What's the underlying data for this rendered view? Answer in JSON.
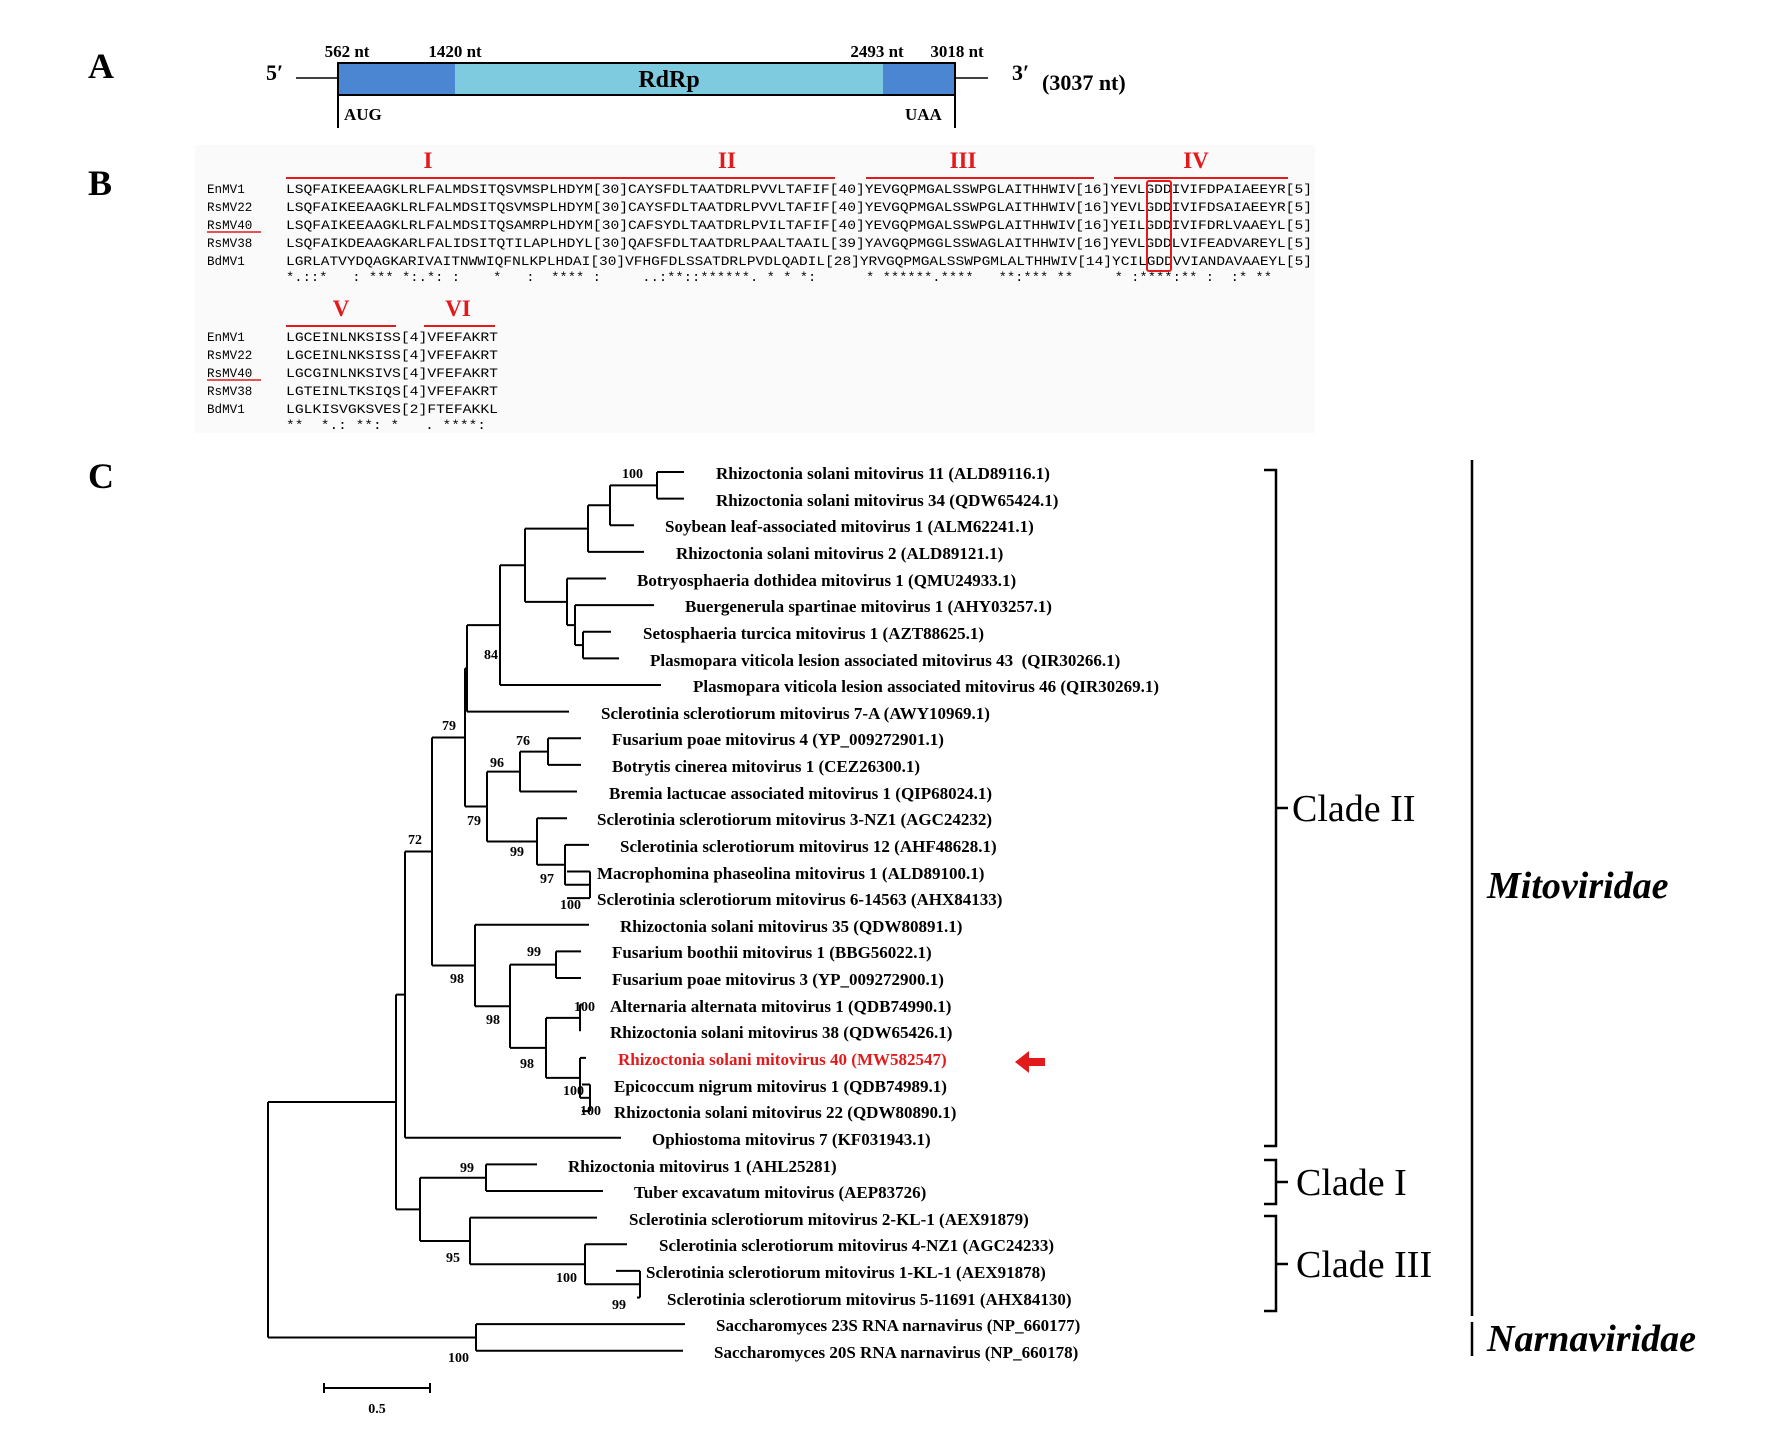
{
  "panels": {
    "A": "A",
    "B": "B",
    "C": "C"
  },
  "genome": {
    "five_prime": "5′",
    "three_prime": "3′",
    "length": "(3037 nt)",
    "positions": [
      "562 nt",
      "1420 nt",
      "2493 nt",
      "3018 nt"
    ],
    "domain": "RdRp",
    "start_codon": "AUG",
    "stop_codon": "UAA",
    "colors": {
      "orf": "#4a86d1",
      "rdrp": "#7ecbe0",
      "outline": "#000000"
    }
  },
  "alignment": {
    "motifs_row1": [
      "I",
      "II",
      "III",
      "IV"
    ],
    "motifs_row2": [
      "V",
      "VI"
    ],
    "row1": [
      {
        "name": "EnMV1",
        "seq": "LSQFAIKEEAAGKLRLFALMDSITQSVMSPLHDYM[30]CAYSFDLTAATDRLPVVLTAFIF[40]YEVGQPMGALSSWPGLAITHHWIV[16]YEVLGDDIVIFDPAIAEEYR[5]"
      },
      {
        "name": "RsMV22",
        "seq": "LSQFAIKEEAAGKLRLFALMDSITQSVMSPLHDYM[30]CAYSFDLTAATDRLPVVLTAFIF[40]YEVGQPMGALSSWPGLAITHHWIV[16]YEVLGDDIVIFDSAIAEEYR[5]"
      },
      {
        "name": "RsMV40",
        "seq": "LSQFAIKEEAAGKLRLFALMDSITQSAMRPLHDYM[30]CAFSYDLTAATDRLPVILTAFIF[40]YEVGQPMGALSSWPGLAITHHWIV[16]YEILGDDIVIFDRLVAAEYL[5]"
      },
      {
        "name": "RsMV38",
        "seq": "LSQFAIKDEAAGKARLFALIDSITQTILAPLHDYL[30]QAFSFDLTAATDRLPAALTAAIL[39]YAVGQPMGGLSSWAGLAITHHWIV[16]YEVLGDDLVIFEADVAREYL[5]"
      },
      {
        "name": "BdMV1",
        "seq": "LGRLATVYDQAGKARIVAITNWWIQFNLKPLHDAI[30]VFHGFDLSSATDRLPVDLQADIL[28]YRVGQPMGALSSWPGMLALTHHWIV[14]YCILGDDVVIANDAVAAEYL[5]"
      }
    ],
    "row1_conservation": "*.::*   : *** *:.*: :    *   :  **** :     ..:**::******. * * *:      * ******.****   **:*** **     * :****:** :  :* **",
    "row2": [
      {
        "name": "EnMV1",
        "seq": "LGCEINLNKSISS[4]VFEFAKRT"
      },
      {
        "name": "RsMV22",
        "seq": "LGCEINLNKSISS[4]VFEFAKRT"
      },
      {
        "name": "RsMV40",
        "seq": "LGCGINLNKSIVS[4]VFEFAKRT"
      },
      {
        "name": "RsMV38",
        "seq": "LGTEINLTKSIQS[4]VFEFAKRT"
      },
      {
        "name": "BdMV1",
        "seq": "LGLKISVGKSVES[2]FTEFAKKL"
      }
    ],
    "row2_conservation": "**  *.: **: *   . ****:",
    "highlight_color": "#e31a1c"
  },
  "tree": {
    "leaves": [
      "Rhizoctonia solani mitovirus 11 (ALD89116.1)",
      "Rhizoctonia solani mitovirus 34 (QDW65424.1)",
      "Soybean leaf-associated mitovirus 1 (ALM62241.1)",
      "Rhizoctonia solani mitovirus 2 (ALD89121.1)",
      "Botryosphaeria dothidea mitovirus 1 (QMU24933.1)",
      "Buergenerula spartinae mitovirus 1 (AHY03257.1)",
      "Setosphaeria turcica mitovirus 1 (AZT88625.1)",
      "Plasmopara viticola lesion associated mitovirus 43  (QIR30266.1)",
      "Plasmopara viticola lesion associated mitovirus 46 (QIR30269.1)",
      "Sclerotinia sclerotiorum mitovirus 7-A (AWY10969.1)",
      "Fusarium poae mitovirus 4 (YP_009272901.1)",
      "Botrytis cinerea mitovirus 1 (CEZ26300.1)",
      "Bremia lactucae associated mitovirus 1 (QIP68024.1)",
      "Sclerotinia sclerotiorum mitovirus 3-NZ1 (AGC24232)",
      "Sclerotinia sclerotiorum mitovirus 12 (AHF48628.1)",
      "Macrophomina phaseolina mitovirus 1 (ALD89100.1)",
      "Sclerotinia sclerotiorum mitovirus 6-14563 (AHX84133)",
      "Rhizoctonia solani mitovirus 35 (QDW80891.1)",
      "Fusarium boothii mitovirus 1 (BBG56022.1)",
      "Fusarium poae mitovirus 3 (YP_009272900.1)",
      "Alternaria alternata mitovirus 1 (QDB74990.1)",
      "Rhizoctonia solani mitovirus 38 (QDW65426.1)",
      "Rhizoctonia solani mitovirus 40 (MW582547)",
      "Epicoccum nigrum mitovirus 1 (QDB74989.1)",
      "Rhizoctonia solani mitovirus 22 (QDW80890.1)",
      "Ophiostoma mitovirus 7 (KF031943.1)",
      "Rhizoctonia mitovirus 1 (AHL25281)",
      "Tuber excavatum mitovirus (AEP83726)",
      "Sclerotinia sclerotiorum mitovirus 2-KL-1 (AEX91879)",
      "Sclerotinia sclerotiorum mitovirus 4-NZ1 (AGC24233)",
      "Sclerotinia sclerotiorum mitovirus 1-KL-1 (AEX91878)",
      "Sclerotinia sclerotiorum mitovirus 5-11691 (AHX84130)",
      "Saccharomyces 23S RNA narnavirus (NP_660177)",
      "Saccharomyces 20S RNA narnavirus (NP_660178)"
    ],
    "highlight_leaf": 22,
    "highlight_color": "#e31a1c",
    "bootstrap": [
      "100",
      "84",
      "79",
      "76",
      "96",
      "79",
      "99",
      "97",
      "100",
      "72",
      "99",
      "98",
      "98",
      "100",
      "98",
      "100",
      "100",
      "99",
      "95",
      "100",
      "99",
      "100"
    ],
    "clades": [
      "Clade II",
      "Clade I",
      "Clade III"
    ],
    "families": [
      "Mitoviridae",
      "Narnaviridae"
    ],
    "scale_label": "0.5"
  }
}
